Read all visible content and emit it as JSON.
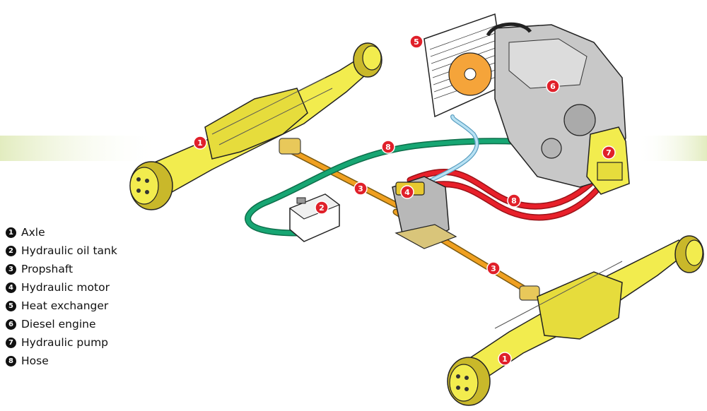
{
  "legend": {
    "items": [
      {
        "number": "1",
        "label": "Axle"
      },
      {
        "number": "2",
        "label": "Hydraulic oil tank"
      },
      {
        "number": "3",
        "label": "Propshaft"
      },
      {
        "number": "4",
        "label": "Hydraulic motor"
      },
      {
        "number": "5",
        "label": "Heat exchanger"
      },
      {
        "number": "6",
        "label": "Diesel engine"
      },
      {
        "number": "7",
        "label": "Hydraulic pump"
      },
      {
        "number": "8",
        "label": "Hose"
      }
    ]
  },
  "callouts": {
    "axle_rear": "1",
    "axle_front": "1",
    "oil_tank": "2",
    "propshaft_upper": "3",
    "propshaft_lower": "3",
    "hydraulic_motor": "4",
    "heat_exchanger": "5",
    "diesel_engine": "6",
    "hydraulic_pump": "7",
    "hose_green": "8",
    "hose_red": "8"
  },
  "colors": {
    "axle_yellow": "#f2ec4e",
    "axle_shadow": "#c9b82a",
    "propshaft_orange": "#f0a020",
    "hose_green": "#17a673",
    "hose_red": "#e8202a",
    "hose_blue": "#9dd4ee",
    "fan_orange": "#f5a43a",
    "engine_grey": "#c8c8c8",
    "callout_red": "#e0202a",
    "band_green": "#e6f0c8"
  }
}
